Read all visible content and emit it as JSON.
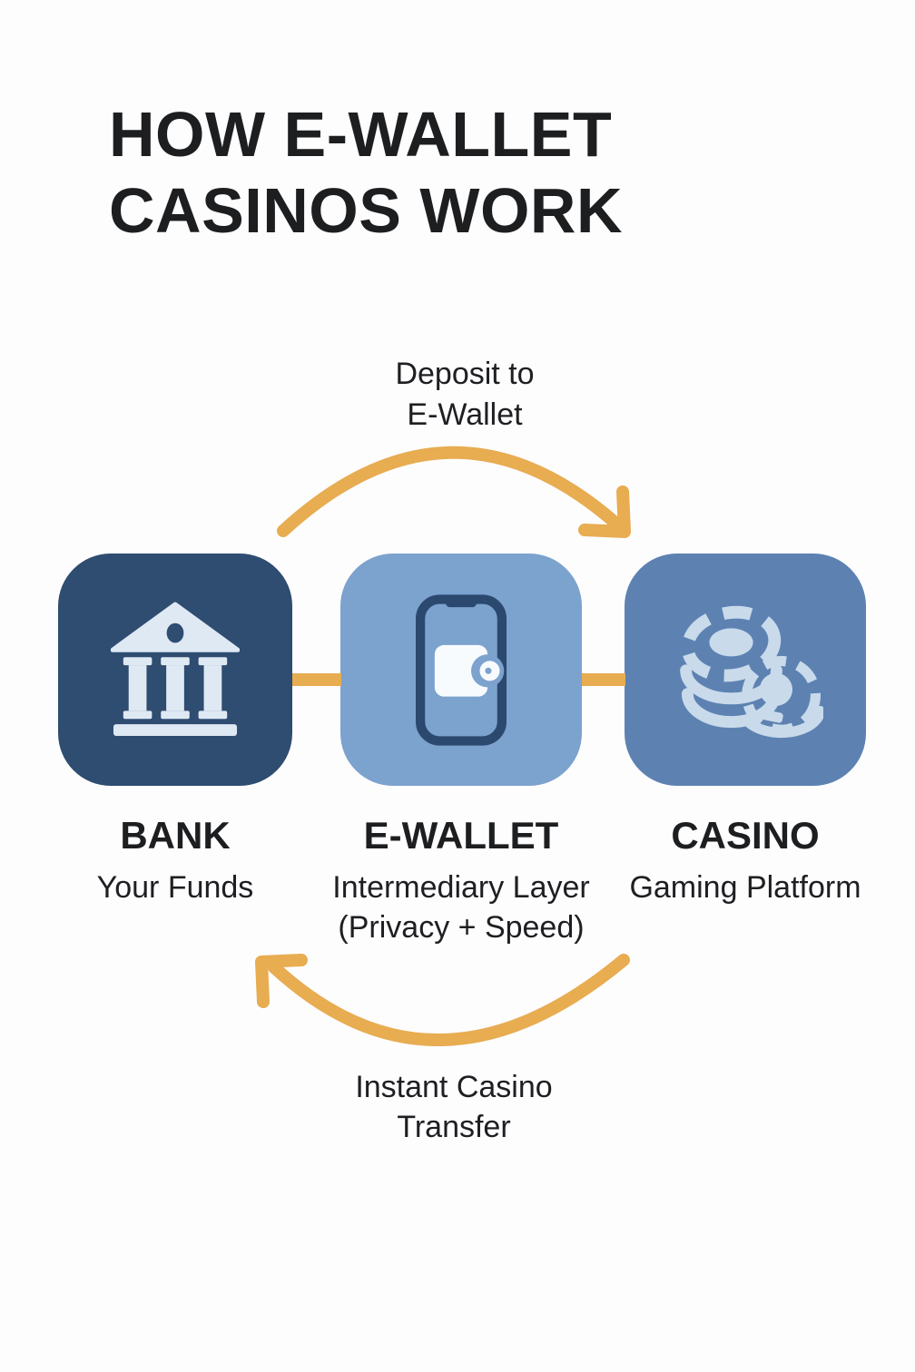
{
  "title": {
    "line1": "HOW E-WALLET",
    "line2": "CASINOS WORK"
  },
  "arrows": {
    "top": {
      "label_line1": "Deposit to",
      "label_line2": "E-Wallet"
    },
    "bottom": {
      "label_line1": "Instant Casino",
      "label_line2": "Transfer"
    }
  },
  "nodes": {
    "bank": {
      "name": "BANK",
      "description": "Your Funds",
      "icon": "bank-building-icon",
      "tile_color": "#2f4c71"
    },
    "ewallet": {
      "name": "E-WALLET",
      "description_line1": "Intermediary Layer",
      "description_line2": "(Privacy + Speed)",
      "icon": "phone-wallet-icon",
      "tile_color": "#7ca2ce"
    },
    "casino": {
      "name": "CASINO",
      "description": "Gaming Platform",
      "icon": "casino-chips-icon",
      "tile_color": "#5d82b2"
    }
  },
  "colors": {
    "background": "#fdfdfe",
    "text": "#1d1e20",
    "arrow_gold": "#e8ac51",
    "bank_icon_light": "#dfe9f4",
    "casino_icon_light": "#c9daeb",
    "phone_frame_navy": "#2b496f",
    "wallet_white": "#f8fbfe"
  }
}
